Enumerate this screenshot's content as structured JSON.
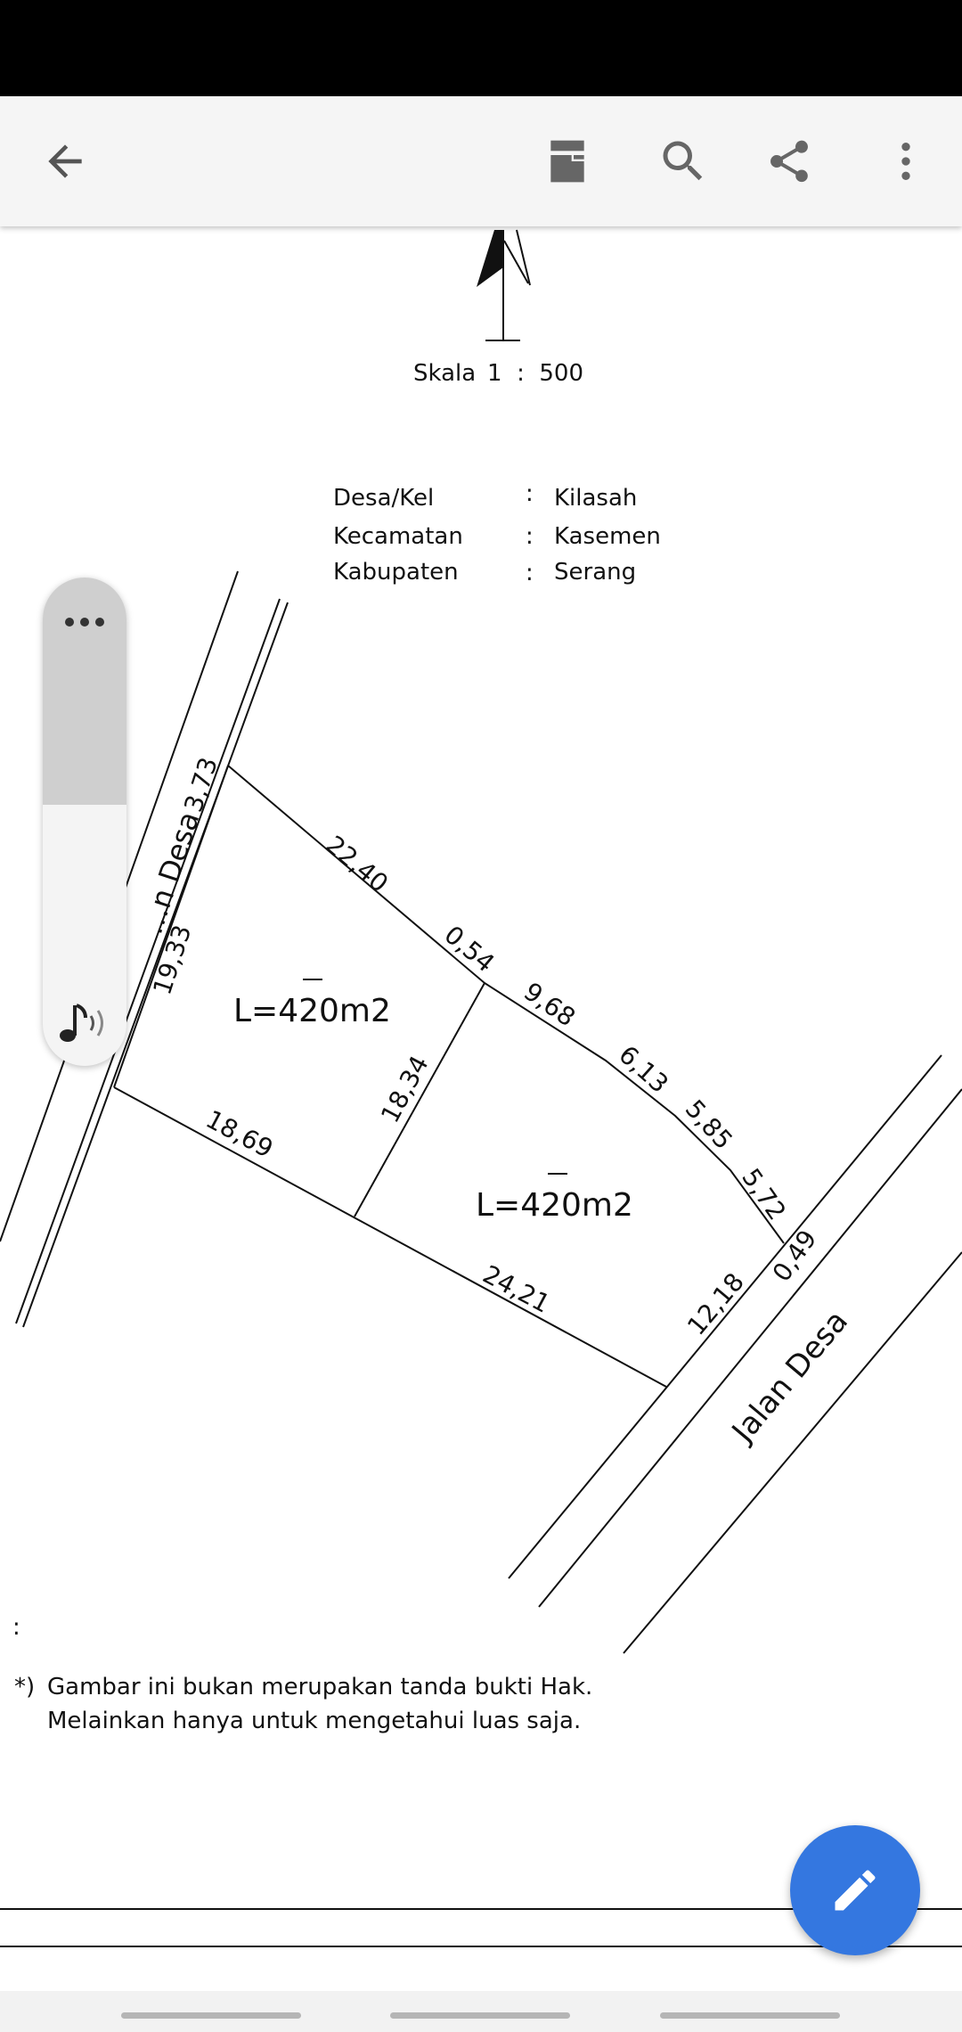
{
  "app_bar": {
    "back": "back-arrow-icon",
    "actions": [
      "page-layout-icon",
      "search-icon",
      "share-icon",
      "more-vert-icon"
    ]
  },
  "document": {
    "scale_label": "Skala",
    "scale_value": "1  :  500",
    "info": [
      {
        "label": "Desa/Kel",
        "sep": ":",
        "value": "Kilasah"
      },
      {
        "label": "Kecamatan",
        "sep": ":",
        "value": "Kasemen"
      },
      {
        "label": "Kabupaten",
        "sep": ":",
        "value": "Serang"
      }
    ],
    "road_left": "...n Desa",
    "road_right": "Jalan Desa",
    "measurements": {
      "top_left": "3,73",
      "left_side": "19,33",
      "top_edge": "22,40",
      "small_top": "0,54",
      "divider": "18,34",
      "bottom_left": "18,69",
      "right_top_1": "9,68",
      "right_top_2": "6,13",
      "right_top_3": "5,85",
      "right_top_4": "5,72",
      "corner": "0,49",
      "right_side": "12,18",
      "bottom_right": "24,21"
    },
    "plot_areas": [
      "L=420m2",
      "L=420m2"
    ],
    "footnote_colon": ":",
    "footnote_mark": "*)",
    "footnote_line1": "Gambar ini bukan merupakan tanda bukti Hak.",
    "footnote_line2": "Melainkan hanya untuk mengetahui luas saja."
  },
  "floating_panel": {
    "menu_icon": "more-horiz-icon",
    "audio_icon": "music-note-volume-icon"
  },
  "fab": {
    "icon": "edit-pencil-icon"
  }
}
